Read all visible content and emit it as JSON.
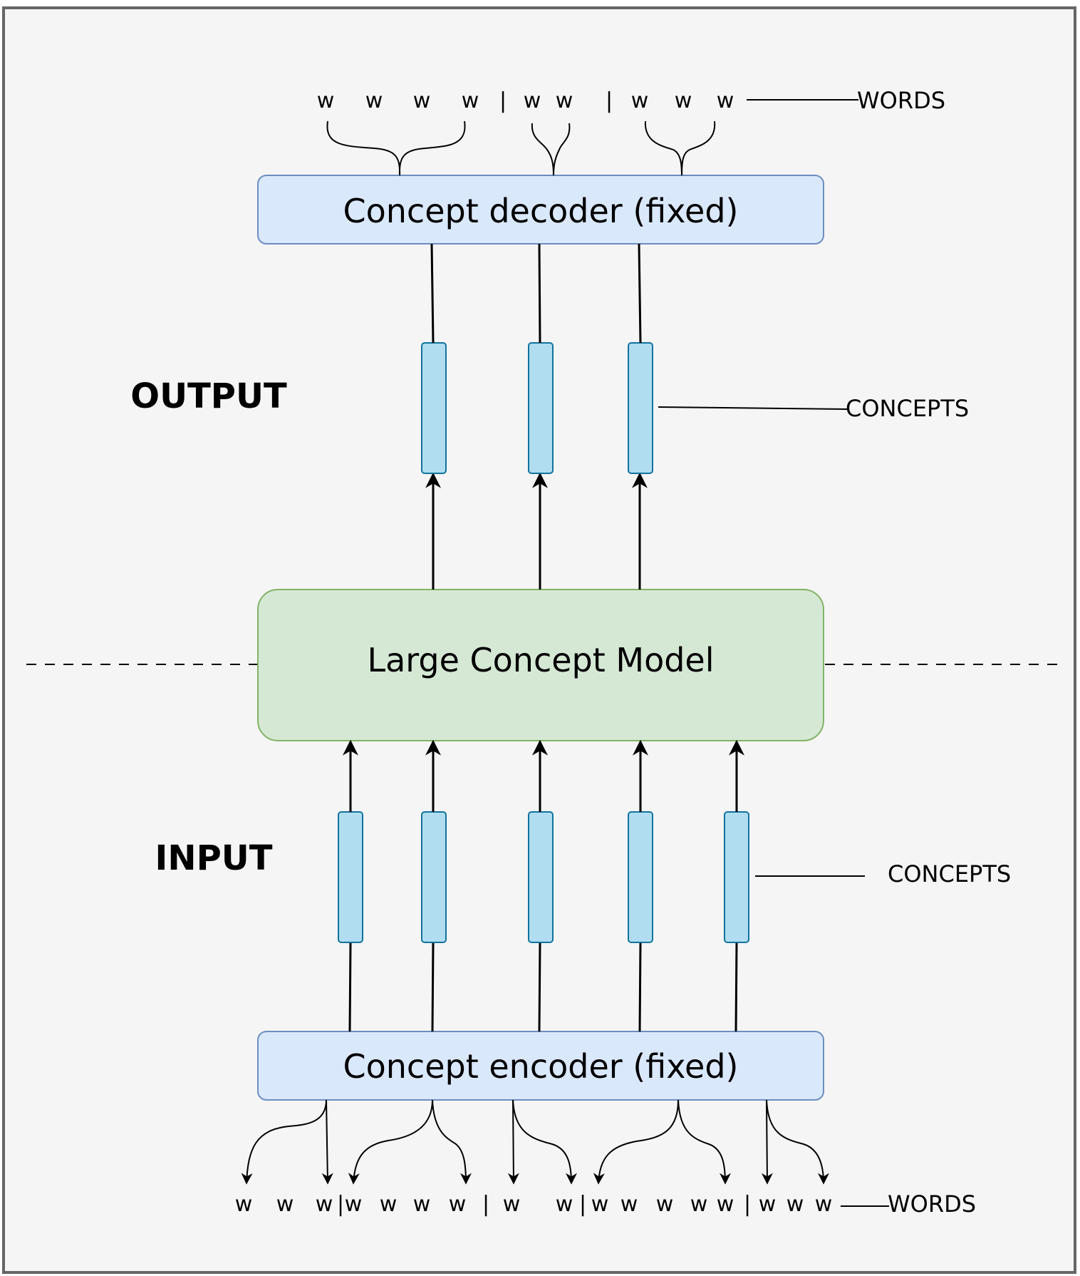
{
  "decoder": {
    "label": "Concept decoder (fixed)"
  },
  "encoder": {
    "label": "Concept encoder (fixed)"
  },
  "model": {
    "label": "Large Concept Model"
  },
  "sections": {
    "output": "OUTPUT",
    "input": "INPUT"
  },
  "annotations": {
    "top_words": "WORDS",
    "bottom_words": "WORDS",
    "output_concepts": "CONCEPTS",
    "input_concepts": "CONCEPTS"
  },
  "top_words": [
    "w",
    "w",
    "w",
    "w",
    "|",
    "w",
    "w",
    "|",
    "w",
    "w",
    "w"
  ],
  "bottom_words": [
    "w",
    "w",
    "w",
    "|",
    "w",
    "w",
    "w",
    "w",
    "|",
    "w",
    "w",
    "|",
    "w",
    "w",
    "w",
    "w",
    "w",
    "|",
    "w",
    "w",
    "w"
  ],
  "output_concept_count": 3,
  "input_concept_count": 5,
  "colors": {
    "decoder_fill": "#dae8fc",
    "decoder_stroke": "#6c8ebf",
    "model_fill": "#d5e8d4",
    "model_stroke": "#82b366",
    "concept_fill": "#b1ddf0",
    "concept_stroke": "#10739e",
    "background": "#f5f5f5",
    "frame": "#666666"
  }
}
